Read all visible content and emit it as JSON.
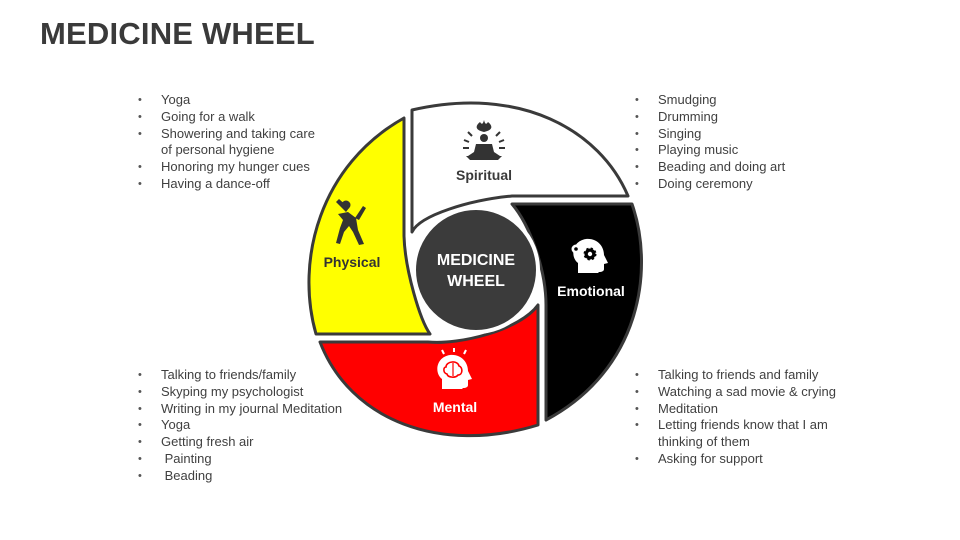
{
  "title": "MEDICINE WHEEL",
  "center": {
    "line1": "MEDICINE",
    "line2": "WHEEL"
  },
  "colors": {
    "spiritual": "#ffffff",
    "emotional": "#000000",
    "mental": "#ff0000",
    "physical": "#ffff00",
    "center": "#3b3b3b"
  },
  "segments": {
    "spiritual": {
      "label": "Spiritual",
      "icon": "meditation-icon"
    },
    "emotional": {
      "label": "Emotional",
      "icon": "head-gears-icon"
    },
    "mental": {
      "label": "Mental",
      "icon": "brain-idea-icon"
    },
    "physical": {
      "label": "Physical",
      "icon": "stretching-person-icon"
    }
  },
  "lists": {
    "physical": [
      "Yoga",
      "Going for a walk",
      "Showering and taking care",
      "of personal hygiene",
      "Honoring my hunger cues",
      "Having a dance-off"
    ],
    "spiritual": [
      "Smudging",
      "Drumming",
      "Singing",
      "Playing music",
      "Beading and doing art",
      "Doing ceremony"
    ],
    "mental": [
      "Talking to friends/family",
      "Skyping my psychologist",
      "Writing in my journal Meditation",
      "Yoga",
      "Getting fresh air",
      " Painting",
      " Beading"
    ],
    "emotional": [
      "Talking to friends and family",
      "Watching a sad movie & crying",
      "Meditation",
      "Letting friends know that I am",
      "thinking of them",
      "Asking for support"
    ]
  }
}
